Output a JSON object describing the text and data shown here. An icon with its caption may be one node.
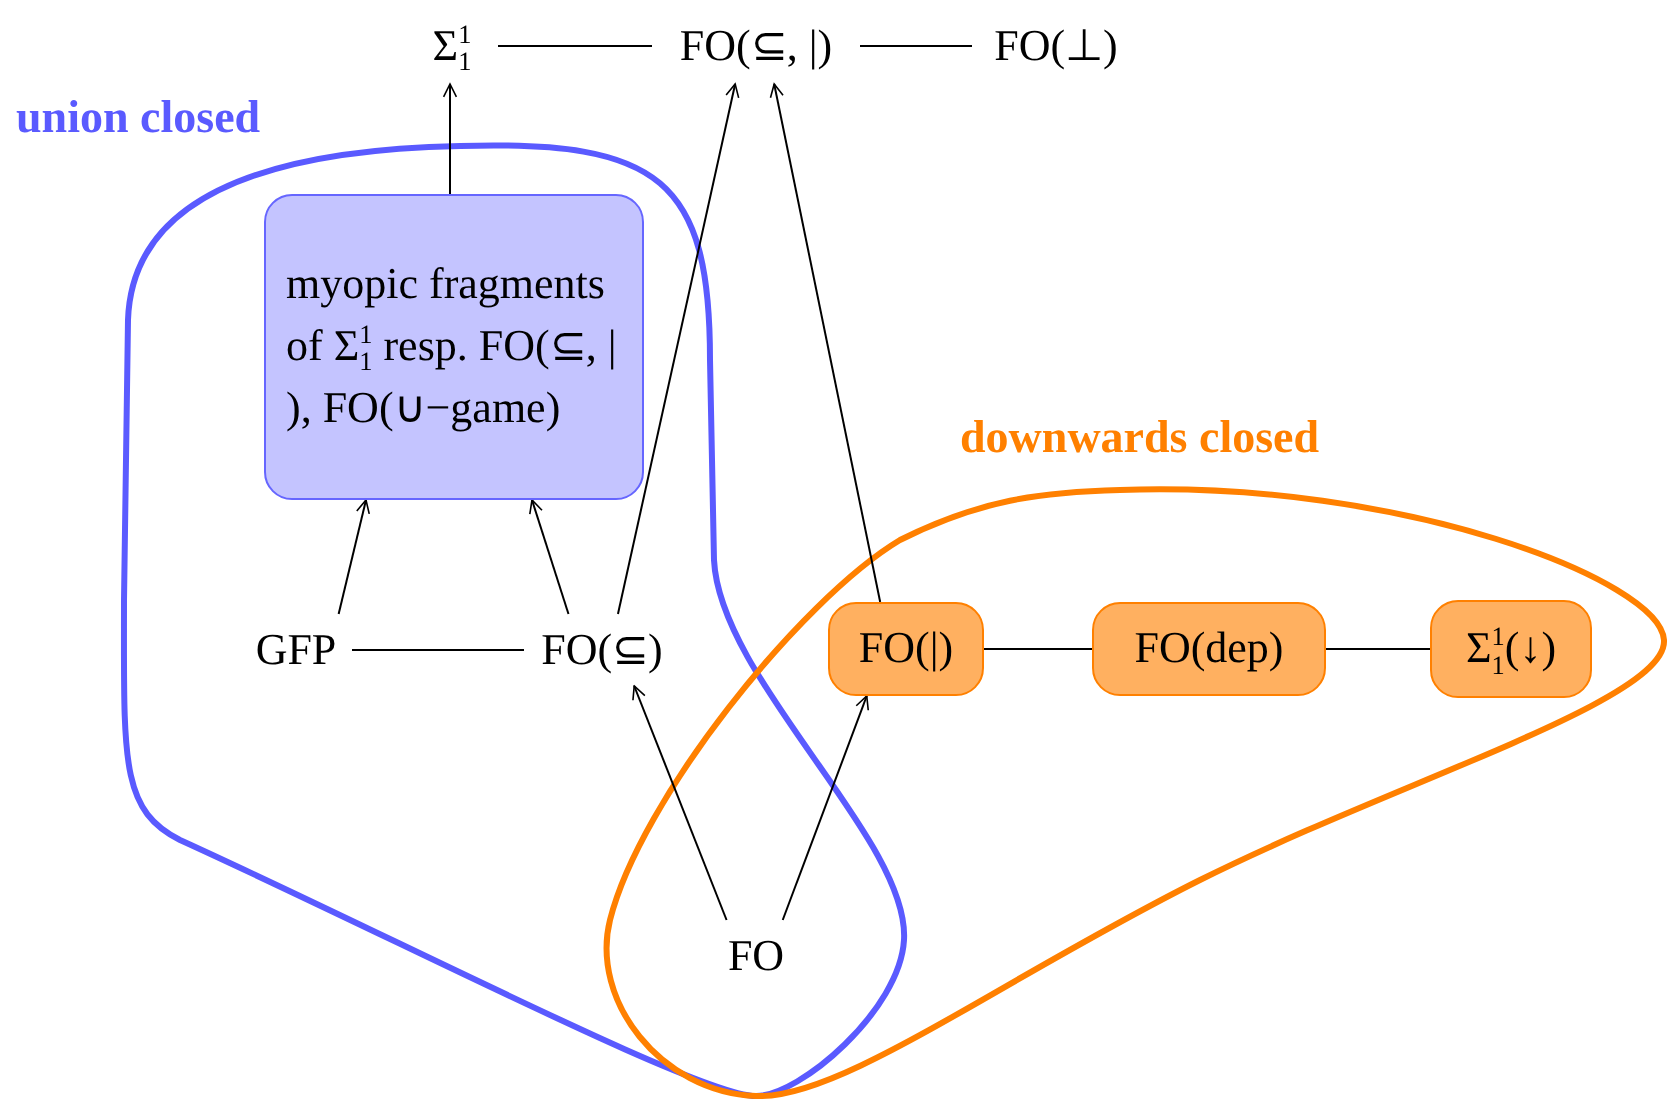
{
  "diagram": {
    "nodes": [
      {
        "text": [
          "Σ$^{1}$$_{1}$"
        ]
      },
      {
        "text": [
          "FO(⊆, |)"
        ]
      },
      {
        "text": [
          "FO(⊥)"
        ]
      },
      {
        "text": [
          "myopic fragments of Σ$^{1}$$_{1}$ resp. FO(⊆, | ), FO(∪−game)"
        ]
      },
      {
        "text": [
          "GFP"
        ]
      },
      {
        "text": [
          "FO(⊆)"
        ]
      },
      {
        "text": [
          "FO(|)"
        ]
      },
      {
        "text": [
          "FO(dep)"
        ]
      },
      {
        "text": [
          "Σ$^{1}$$_{1}$(↓)"
        ]
      },
      {
        "text": [
          "FO"
        ]
      }
    ],
    "edges": [
      {
        "from": 0,
        "to": 1,
        "arrow": "none"
      },
      {
        "from": 1,
        "to": 2,
        "arrow": "none"
      },
      {
        "from": 3,
        "to": 0,
        "arrow": "to"
      },
      {
        "from": 4,
        "to": 3,
        "arrow": "to"
      },
      {
        "from": 5,
        "to": 3,
        "arrow": "to"
      },
      {
        "from": 5,
        "to": 1,
        "arrow": "to"
      },
      {
        "from": 6,
        "to": 1,
        "arrow": "to"
      },
      {
        "from": 4,
        "to": 5,
        "arrow": "none"
      },
      {
        "from": 6,
        "to": 7,
        "arrow": "none"
      },
      {
        "from": 7,
        "to": 8,
        "arrow": "none"
      },
      {
        "from": 9,
        "to": 5,
        "arrow": "to"
      },
      {
        "from": 9,
        "to": 6,
        "arrow": "to"
      }
    ],
    "labels": [
      "union closed",
      "downwards closed"
    ]
  }
}
